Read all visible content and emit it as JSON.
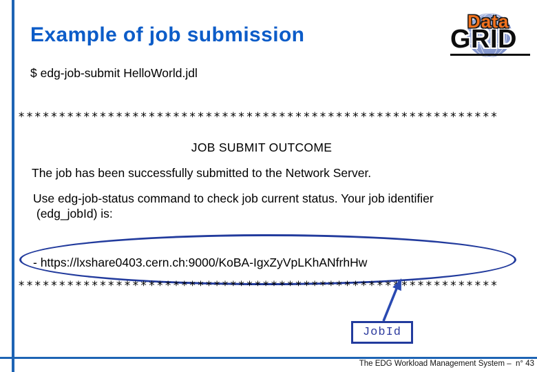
{
  "slide": {
    "title": "Example of job submission",
    "command_line": "$ edg-job-submit HelloWorld.jdl",
    "asterisk_line_1": "***********************************************************",
    "outcome_heading": "JOB SUBMIT OUTCOME",
    "status_line": "The job has been successfully submitted to the Network Server.",
    "instruction_line_1": "Use edg-job-status command to check job current status. Your job identifier",
    "instruction_line_2": " (edg_jobId) is:",
    "job_url": "- https://lxshare0403.cern.ch:9000/KoBA-IgxZyVpLKhANfrhHw",
    "asterisk_line_2": "***********************************************************",
    "jobid_label": "JobId",
    "footer": "The EDG Workload Management System –  n° 43"
  },
  "logo": {
    "top_text": "Data",
    "main_text": "GRID"
  },
  "colors": {
    "title_blue": "#0c5cc8",
    "frame_blue": "#1e64b4",
    "annotation_navy": "#223b9d",
    "logo_orange": "#f2711c",
    "globe_blue": "#8a9bd0",
    "text_black": "#000000"
  }
}
